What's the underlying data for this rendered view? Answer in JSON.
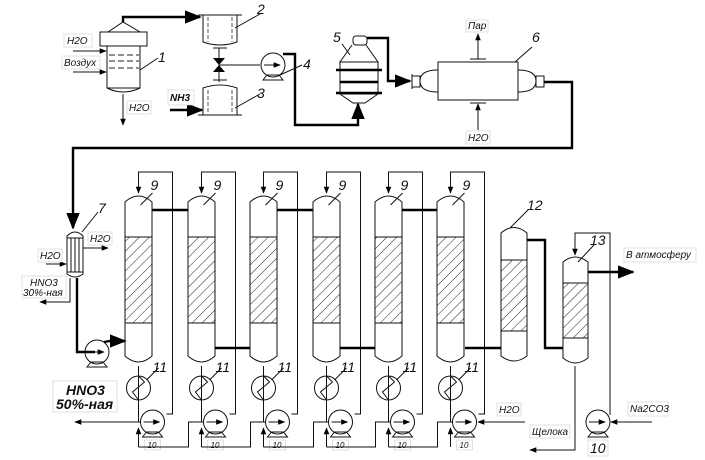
{
  "labels": {
    "h2o": "H2O",
    "air": "Воздух",
    "nh3": "NH3",
    "steam": "Пар",
    "hno3_30_a": "HNO3",
    "hno3_30_b": "30%-ная",
    "hno3_50_a": "HNO3",
    "hno3_50_b": "50%-ная",
    "atmosphere": "В атмосферу",
    "lye": "Щелока",
    "na2co3": "Na2CO3"
  },
  "units": {
    "u1": "1",
    "u2": "2",
    "u3": "3",
    "u4": "4",
    "u5": "5",
    "u6": "6",
    "u7": "7",
    "u9": "9",
    "u10": "10",
    "u11": "11",
    "u12": "12",
    "u13": "13"
  },
  "absorption_columns_count": 6
}
